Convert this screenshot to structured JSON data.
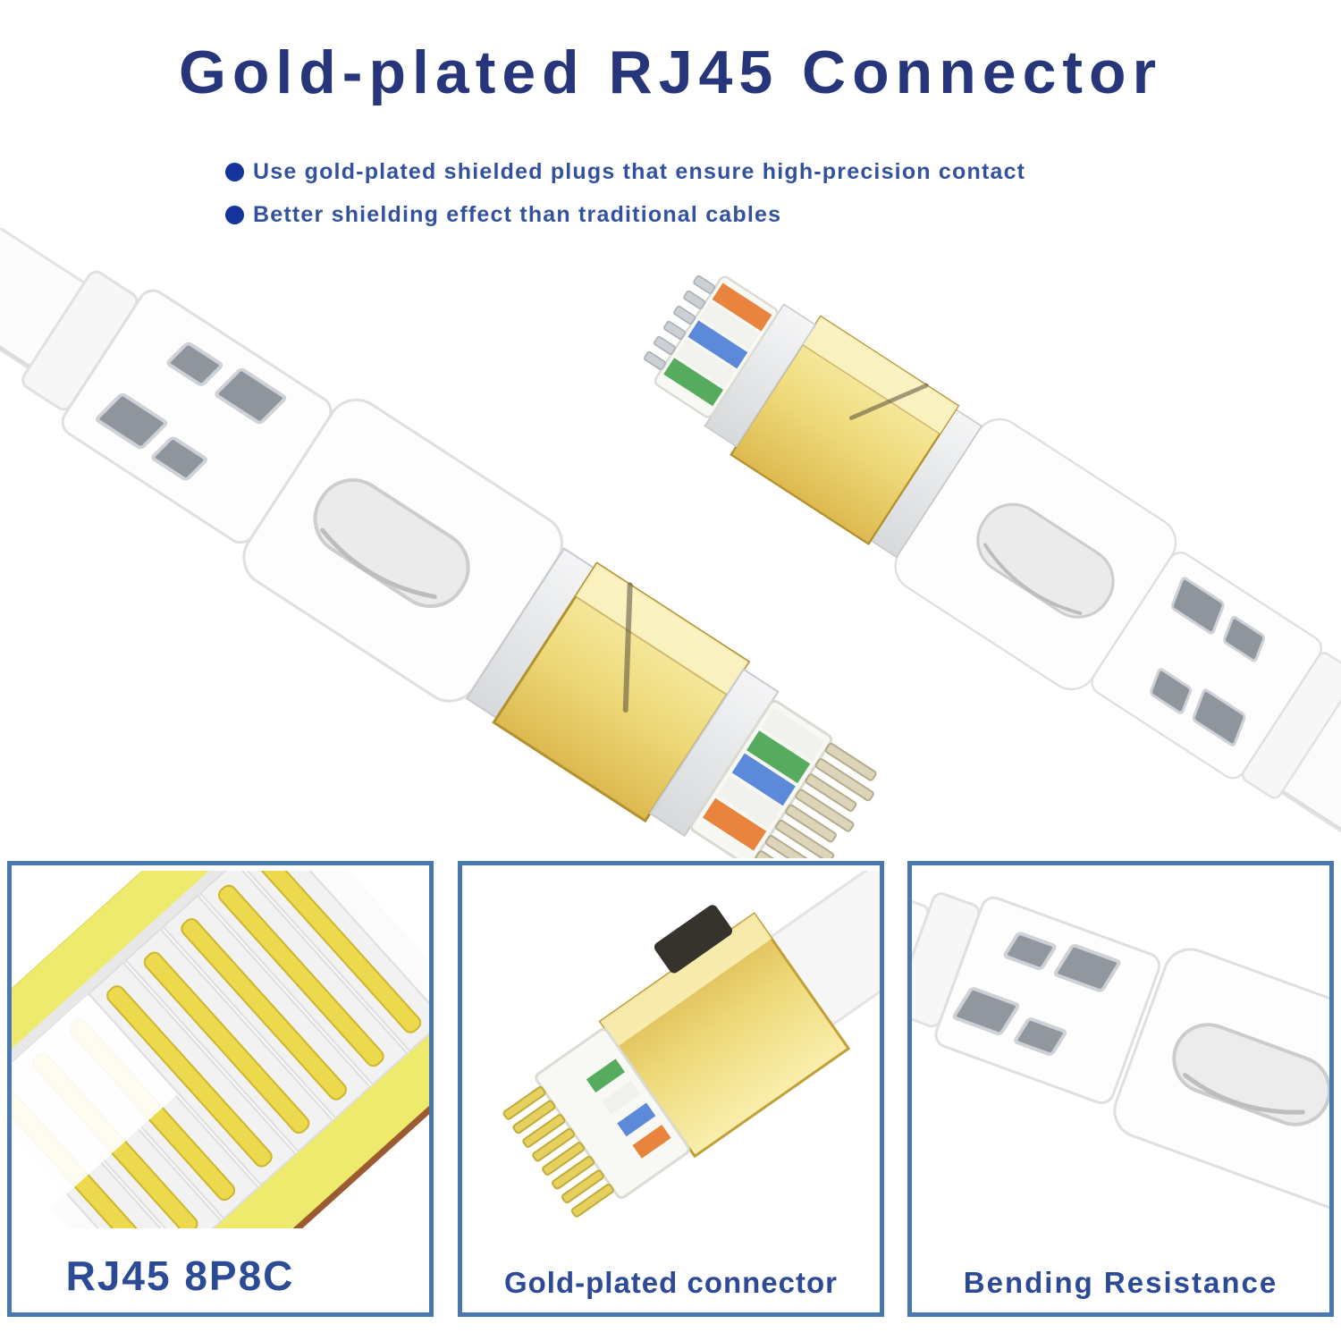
{
  "title": {
    "text": "Gold-plated RJ45 Connector"
  },
  "features": {
    "items": [
      {
        "text": "Use gold-plated shielded plugs that ensure high-precision contact"
      },
      {
        "text": "Better shielding effect than traditional cables"
      }
    ]
  },
  "panels": {
    "items": [
      {
        "label": "RJ45 8P8C"
      },
      {
        "label": "Gold-plated connector"
      },
      {
        "label": "Bending Resistance"
      }
    ]
  },
  "colors": {
    "title_text": "#27357b",
    "bullet_text": "#33519f",
    "bullet_dot": "#14339b",
    "panel_border": "#4a78b0",
    "panel_label": "#2d4a96",
    "connector_gold": "#efdb7d",
    "cable_white": "#fbfbfb",
    "vent_gray": "#8e959d",
    "wire_orange": "#e8843d",
    "wire_blue": "#5c89d8",
    "wire_green": "#57ab5e"
  }
}
